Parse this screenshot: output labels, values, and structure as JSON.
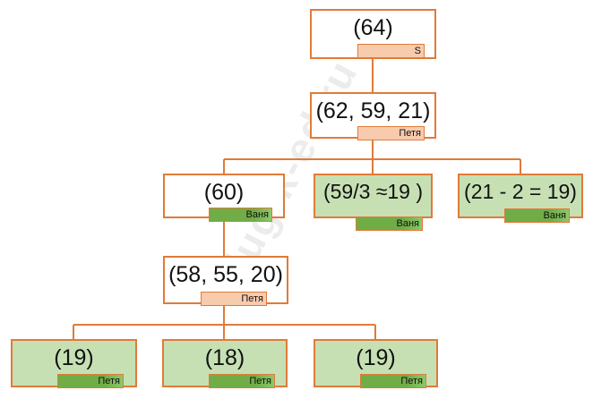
{
  "watermark": "klug-k-ed.ru",
  "nodes": [
    {
      "id": "root",
      "value": "(64)",
      "tag": "S",
      "style": "white",
      "tagstyle": "pink"
    },
    {
      "id": "level1",
      "value": "(62, 59, 21)",
      "tag": "Петя",
      "style": "white",
      "tagstyle": "pink"
    },
    {
      "id": "level2-left",
      "value": "(60)",
      "tag": "Ваня",
      "style": "white",
      "tagstyle": "green"
    },
    {
      "id": "level2-mid",
      "value": "(59/3 ≈19 )",
      "tag": "Ваня",
      "style": "green",
      "tagstyle": "green"
    },
    {
      "id": "level2-right",
      "value": "(21 - 2 = 19)",
      "tag": "Ваня",
      "style": "green",
      "tagstyle": "green"
    },
    {
      "id": "level3",
      "value": "(58, 55, 20)",
      "tag": "Петя",
      "style": "white",
      "tagstyle": "pink"
    },
    {
      "id": "leaf-1",
      "value": "(19)",
      "tag": "Петя",
      "style": "green",
      "tagstyle": "green"
    },
    {
      "id": "leaf-2",
      "value": "(18)",
      "tag": "Петя",
      "style": "green",
      "tagstyle": "green"
    },
    {
      "id": "leaf-3",
      "value": "(19)",
      "tag": "Петя",
      "style": "green",
      "tagstyle": "green"
    }
  ],
  "colors": {
    "border": "#E07B39",
    "green_fill": "#C6E0B4",
    "pink_tag": "#F8CBAD",
    "green_tag": "#70AD47"
  }
}
